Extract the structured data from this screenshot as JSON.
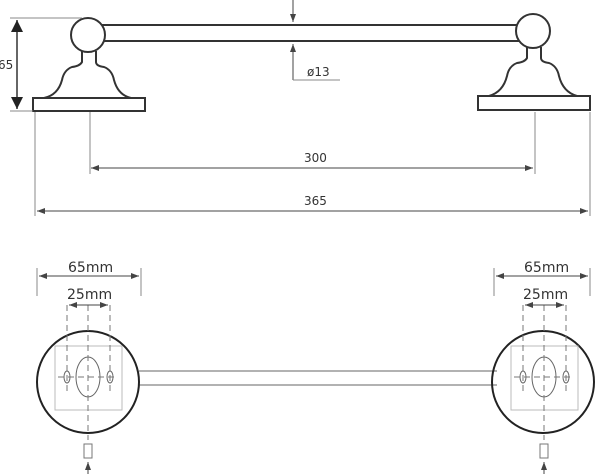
{
  "side_view": {
    "height_label": "65",
    "diameter_label": "ø13",
    "inner_width_label": "300",
    "overall_width_label": "365"
  },
  "front_view": {
    "left": {
      "base_width_label": "65mm",
      "hole_spacing_label": "25mm"
    },
    "right": {
      "base_width_label": "65mm",
      "hole_spacing_label": "25mm"
    }
  }
}
